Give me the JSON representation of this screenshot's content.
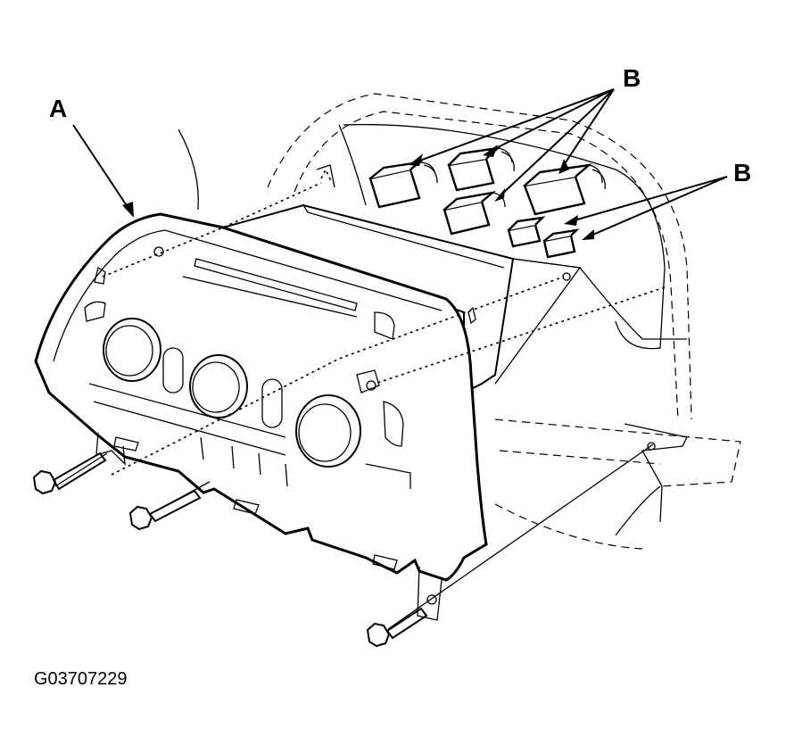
{
  "labels": {
    "unit": "A",
    "connectors_upper": "B",
    "connectors_right": "B"
  },
  "figure_id": "G03707229"
}
